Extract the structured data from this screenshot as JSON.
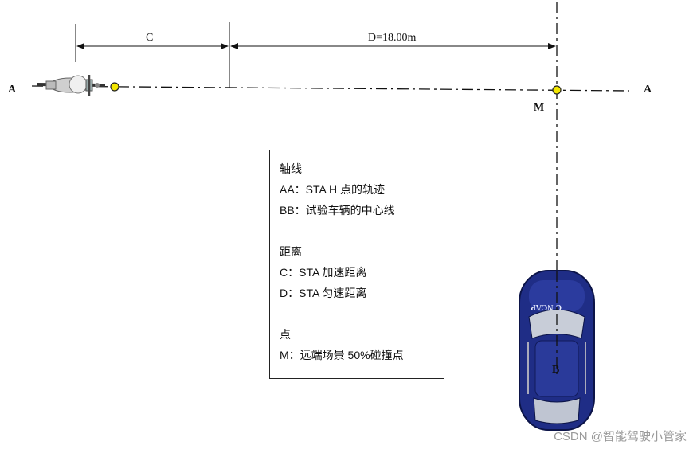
{
  "labels": {
    "a_left": "A",
    "a_right": "A",
    "m": "M",
    "b": "B",
    "c": "C",
    "d": "D=18.00m"
  },
  "car_badge": "C-NCAP",
  "legend": {
    "sections": [
      {
        "heading": "轴线",
        "lines": [
          "AA：STA H 点的轨迹",
          "BB：试验车辆的中心线"
        ]
      },
      {
        "heading": "距离",
        "lines": [
          "C：STA  加速距离",
          "D：STA  匀速距离"
        ]
      },
      {
        "heading": "点",
        "lines": [
          "M：远端场景 50%碰撞点"
        ]
      }
    ]
  },
  "watermark": "CSDN @智能驾驶小管家",
  "colors": {
    "marker_fill": "#f2e600",
    "car_body": "#1f2d86",
    "line": "#111111"
  }
}
